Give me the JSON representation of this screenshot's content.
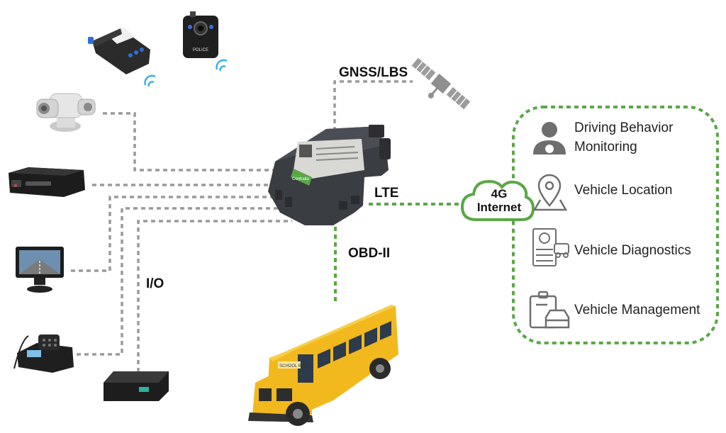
{
  "labels": {
    "gnss": "GNSS/LBS",
    "lte": "LTE",
    "obd": "OBD-II",
    "io": "I/O"
  },
  "cloud": {
    "line1": "4G",
    "line2": "Internet"
  },
  "services": [
    {
      "label": "Driving Behavior",
      "label2": "Monitoring",
      "icon": "driver-icon"
    },
    {
      "label": "Vehicle Location",
      "icon": "location-pin-icon"
    },
    {
      "label": "Vehicle Diagnostics",
      "icon": "diagnostics-icon"
    },
    {
      "label": "Vehicle Management",
      "icon": "clipboard-car-icon"
    }
  ],
  "device_text": {
    "badge": "Conhalia"
  },
  "bus_text": {
    "sign": "SCHOOL BUS"
  },
  "bodycam_text": {
    "badge": "POLICE"
  },
  "colors": {
    "green": "#5aa746",
    "gray_line": "#9a9a9a",
    "bus_yellow": "#f2b91e",
    "device": "#3a3d42"
  }
}
